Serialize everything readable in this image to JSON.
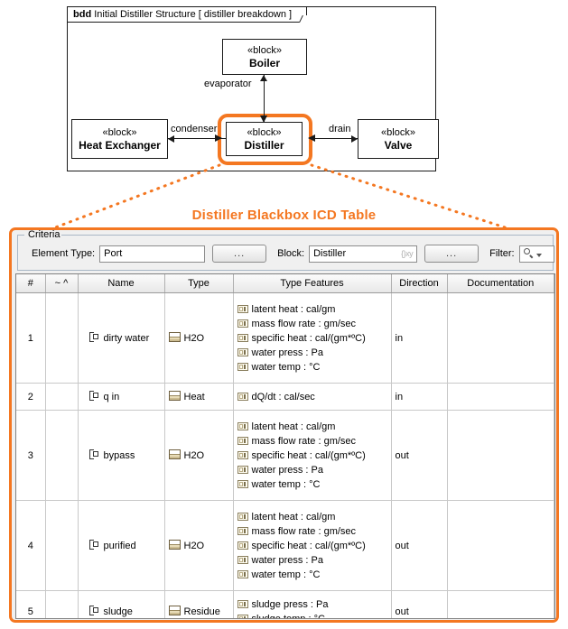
{
  "diagram": {
    "frame_keyword": "bdd",
    "frame_name": "Initial Distiller Structure",
    "frame_context": "[ distiller breakdown ]",
    "blocks": [
      {
        "id": "boiler",
        "stereotype": "«block»",
        "name": "Boiler"
      },
      {
        "id": "heat",
        "stereotype": "«block»",
        "name": "Heat Exchanger"
      },
      {
        "id": "distiller",
        "stereotype": "«block»",
        "name": "Distiller"
      },
      {
        "id": "valve",
        "stereotype": "«block»",
        "name": "Valve"
      }
    ],
    "edge_labels": {
      "evaporator": "evaporator",
      "condenser": "condenser",
      "drain": "drain"
    },
    "highlight_color": "#F47721"
  },
  "icd": {
    "title": "Distiller Blackbox ICD Table",
    "criteria": {
      "legend": "Criteria",
      "element_type_label": "Element Type:",
      "element_type_value": "Port",
      "element_type_browse": "...",
      "block_label": "Block:",
      "block_value": "Distiller",
      "block_badge": "{}xy",
      "block_browse": "...",
      "filter_label": "Filter:",
      "filter_value": "",
      "filter_placeholder": ""
    },
    "columns": [
      "#",
      "~ ^",
      "Name",
      "Type",
      "Type Features",
      "Direction",
      "Documentation"
    ],
    "rows": [
      {
        "num": "1",
        "flag": "",
        "name": "dirty water",
        "type": "H2O",
        "features": [
          "latent heat : cal/gm",
          "mass flow rate : gm/sec",
          "specific heat : cal/(gm*ºC)",
          "water press : Pa",
          "water temp : °C"
        ],
        "direction": "in",
        "documentation": ""
      },
      {
        "num": "2",
        "flag": "",
        "name": "q in",
        "type": "Heat",
        "features": [
          "dQ/dt : cal/sec"
        ],
        "direction": "in",
        "documentation": ""
      },
      {
        "num": "3",
        "flag": "",
        "name": "bypass",
        "type": "H2O",
        "features": [
          "latent heat : cal/gm",
          "mass flow rate : gm/sec",
          "specific heat : cal/(gm*ºC)",
          "water press : Pa",
          "water temp : °C"
        ],
        "direction": "out",
        "documentation": ""
      },
      {
        "num": "4",
        "flag": "",
        "name": "purified",
        "type": "H2O",
        "features": [
          "latent heat : cal/gm",
          "mass flow rate : gm/sec",
          "specific heat : cal/(gm*ºC)",
          "water press : Pa",
          "water temp : °C"
        ],
        "direction": "out",
        "documentation": ""
      },
      {
        "num": "5",
        "flag": "",
        "name": "sludge",
        "type": "Residue",
        "features": [
          "sludge press : Pa",
          "sludge temp : °C"
        ],
        "direction": "out",
        "documentation": ""
      }
    ]
  }
}
